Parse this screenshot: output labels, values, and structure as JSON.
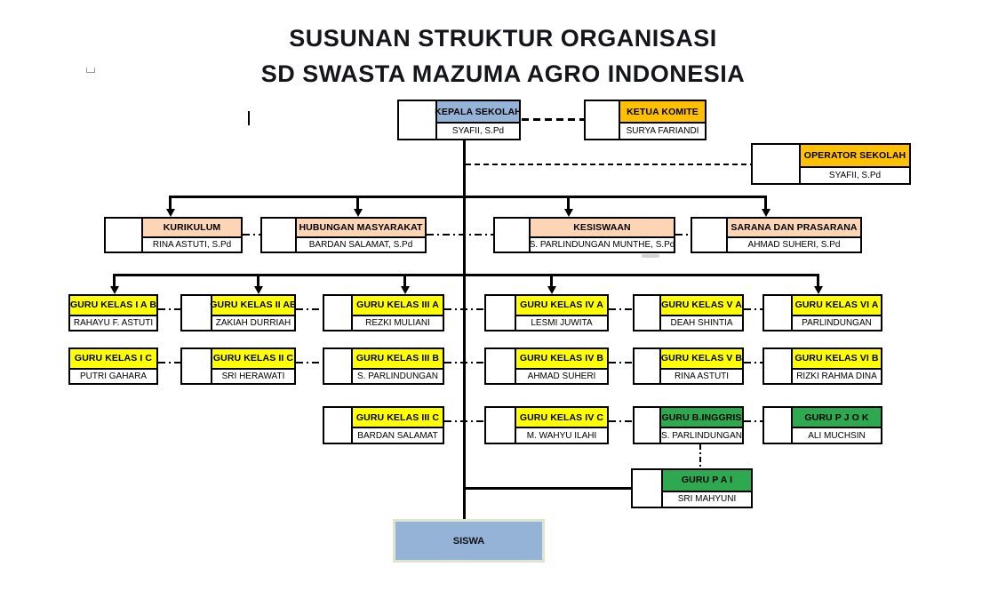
{
  "title": {
    "line1": "SUSUNAN STRUKTUR ORGANISASI",
    "line2": "SD SWASTA MAZUMA AGRO INDONESIA"
  },
  "colors": {
    "blue": "#95B3D7",
    "orange": "#FFC000",
    "peach": "#FBD5B4",
    "yellow": "#FFFF00",
    "green": "#2EA94F",
    "siswa_fill": "#95B3D7",
    "siswa_border": "#DDE6CC",
    "line": "#000000"
  },
  "nodes": {
    "kepala": {
      "title": "KEPALA SEKOLAH",
      "name": "SYAFII, S.Pd"
    },
    "komite": {
      "title": "KETUA KOMITE",
      "name": "SURYA FARIANDI"
    },
    "operator": {
      "title": "OPERATOR SEKOLAH",
      "name": "SYAFII, S.Pd"
    },
    "kurikulum": {
      "title": "KURIKULUM",
      "name": "RINA ASTUTI, S.Pd"
    },
    "humas": {
      "title": "HUBUNGAN MASYARAKAT",
      "name": "BARDAN SALAMAT, S.Pd"
    },
    "kesiswaan": {
      "title": "KESISWAAN",
      "name": "S. PARLINDUNGAN MUNTHE, S.Pd"
    },
    "sarana": {
      "title": "SARANA DAN PRASARANA",
      "name": "AHMAD SUHERI, S.Pd"
    },
    "g1ab": {
      "title": "GURU KELAS I A B",
      "name": "RAHAYU F. ASTUTI"
    },
    "g2ab": {
      "title": "GURU KELAS II AB",
      "name": "ZAKIAH DURRIAH"
    },
    "g3a": {
      "title": "GURU KELAS III A",
      "name": "REZKI MULIANI"
    },
    "g4a": {
      "title": "GURU KELAS IV A",
      "name": "LESMI JUWITA"
    },
    "g5a": {
      "title": "GURU KELAS V A",
      "name": "DEAH SHINTIA"
    },
    "g6a": {
      "title": "GURU KELAS VI A",
      "name": "PARLINDUNGAN"
    },
    "g1c": {
      "title": "GURU KELAS I C",
      "name": "PUTRI GAHARA"
    },
    "g2c": {
      "title": "GURU KELAS II C",
      "name": "SRI HERAWATI"
    },
    "g3b": {
      "title": "GURU KELAS III B",
      "name": "S. PARLINDUNGAN"
    },
    "g4b": {
      "title": "GURU KELAS IV B",
      "name": "AHMAD SUHERI"
    },
    "g5b": {
      "title": "GURU KELAS V B",
      "name": "RINA ASTUTI"
    },
    "g6b": {
      "title": "GURU KELAS VI B",
      "name": "RIZKI RAHMA DINA"
    },
    "g3c": {
      "title": "GURU KELAS III C",
      "name": "BARDAN SALAMAT"
    },
    "g4c": {
      "title": "GURU KELAS IV C",
      "name": "M. WAHYU ILAHI"
    },
    "ginggris": {
      "title": "GURU B.INGGRIS",
      "name": "S. PARLINDUNGAN"
    },
    "gpjok": {
      "title": "GURU P J O K",
      "name": "ALI MUCHSIN"
    },
    "gpai": {
      "title": "GURU P A I",
      "name": "SRI MAHYUNI"
    },
    "siswa": {
      "title": "SISWA"
    }
  }
}
